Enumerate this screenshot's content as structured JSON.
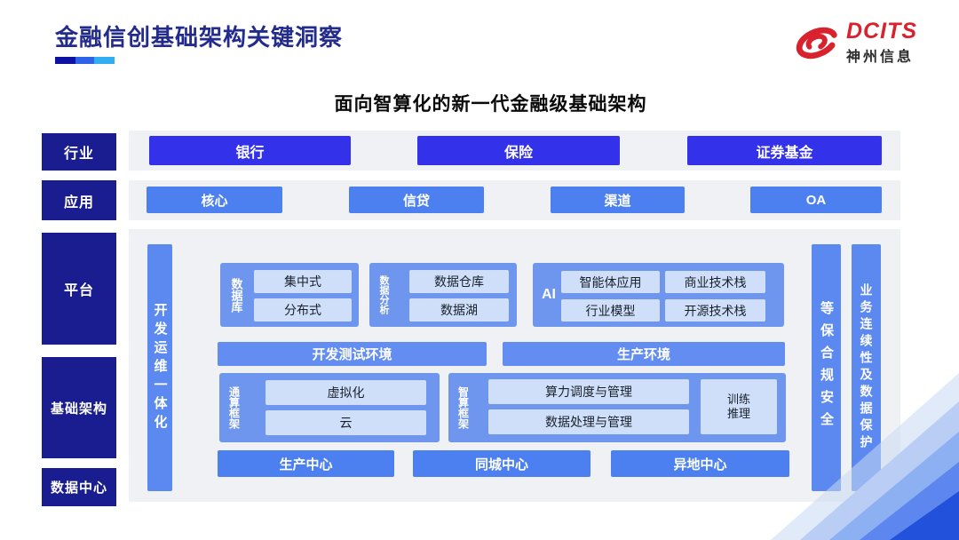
{
  "colors": {
    "title_navy": "#232B8C",
    "brand_red": "#D8232F",
    "side_navy": "#191D8F",
    "industry_blue": "#3431EA",
    "app_blue": "#4C80F1",
    "bar_blue": "#638DF0",
    "group_blue": "#6E96EF",
    "chip_blue": "#D0DFF9",
    "panel_gray": "#F0F1F4"
  },
  "header": {
    "title": "金融信创基础架构关键洞察",
    "logo_brand": "DCITS",
    "logo_company": "神州信息"
  },
  "subtitle": "面向智算化的新一代金融级基础架构",
  "side": {
    "industry": "行业",
    "application": "应用",
    "platform": "平台",
    "infrastructure": "基础架构",
    "datacenter": "数据中心"
  },
  "industry_items": [
    "银行",
    "保险",
    "证券基金"
  ],
  "application_items": [
    "核心",
    "信贷",
    "渠道",
    "OA"
  ],
  "platform": {
    "devops": "开发运维一体化",
    "database": {
      "label": "数据库",
      "items": [
        "集中式",
        "分布式"
      ]
    },
    "analytics": {
      "label": "数据分析",
      "items": [
        "数据仓库",
        "数据湖"
      ]
    },
    "ai": {
      "label": "AI",
      "items": [
        "智能体应用",
        "商业技术栈",
        "行业模型",
        "开源技术栈"
      ]
    },
    "devtest": "开发测试环境",
    "production_env": "生产环境",
    "general_compute": {
      "label": "通算框架",
      "items": [
        "虚拟化",
        "云"
      ]
    },
    "intelligent_compute": {
      "label": "智算框架",
      "items": [
        "算力调度与管理",
        "数据处理与管理"
      ],
      "training_lines": [
        "训练",
        "推理"
      ]
    },
    "centers": [
      "生产中心",
      "同城中心",
      "异地中心"
    ],
    "security": "等保合规安全",
    "continuity": "业务连续性及数据保护"
  }
}
